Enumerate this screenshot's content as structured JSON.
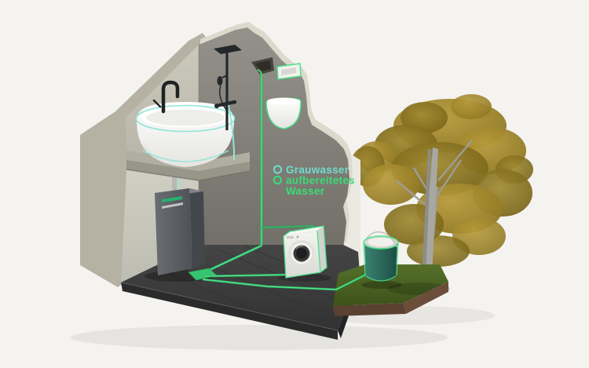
{
  "window": {
    "background_color": "#f4f3f0"
  },
  "legend": {
    "items": [
      {
        "label": "Grauwasser",
        "color": "#6fdccd",
        "marker": "circle-outline-icon"
      },
      {
        "label": "aufbereitetes",
        "label2": "Wasser",
        "color": "#3bdc77",
        "marker": "circle-outline-icon"
      }
    ]
  },
  "palette": {
    "greywater_pipe": "#8fe6d9",
    "treated_water_pipe": "#3ecf79",
    "wall_face": "#8b897f",
    "wall_cut_face": "#b5b1a3",
    "floor": "#3c3c3d",
    "grass": "#49601f",
    "soil": "#5e4431",
    "tree_foliage": "#a18830",
    "appliance_white": "#eeeeea",
    "treatment_unit_gray": "#5b5f64",
    "watering_can_teal": "#2d7263"
  },
  "scene_objects": [
    "shower-fixture",
    "washbasin",
    "faucet",
    "wall-hung-toilet",
    "flush-plate",
    "greywater-treatment-unit",
    "washing-machine",
    "watering-can",
    "tree",
    "lawn-patch",
    "greywater-pipes",
    "treated-water-pipes"
  ]
}
